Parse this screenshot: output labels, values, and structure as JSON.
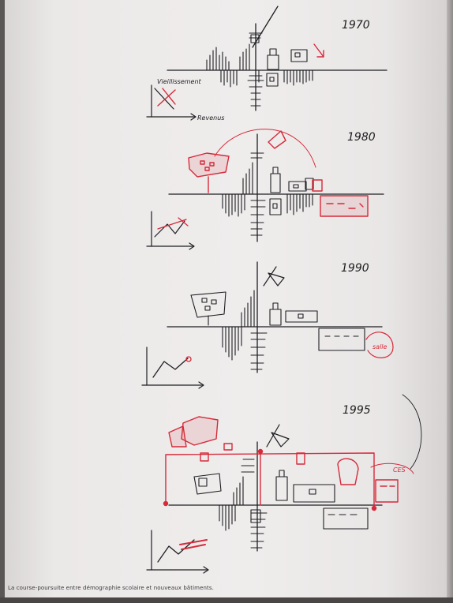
{
  "panels": [
    {
      "year": "1970",
      "axis_x_label": "Revenus",
      "axis_y_label": "Vieillissement"
    },
    {
      "year": "1980"
    },
    {
      "year": "1990",
      "side_note": "salle"
    },
    {
      "year": "1995",
      "side_note": "CES"
    }
  ],
  "caption": "La course-poursuite entre démographie scolaire et nouveaux bâtiments.",
  "colors": {
    "ink": "#1e1e22",
    "red": "#d62a3a",
    "paper": "#eceaea"
  }
}
